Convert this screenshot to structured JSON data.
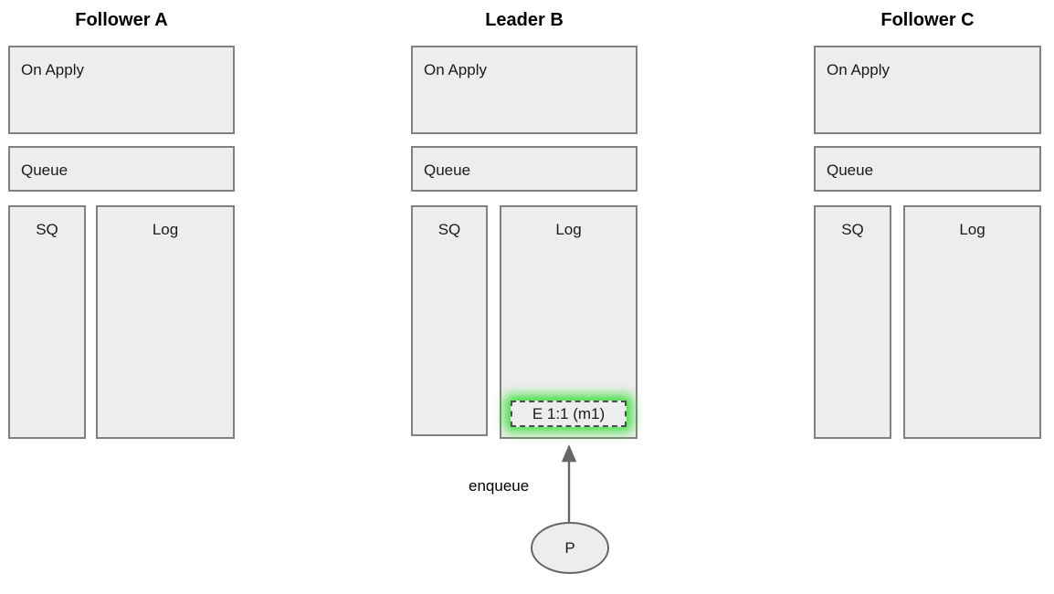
{
  "diagram": {
    "title_row": [
      {
        "label": "Follower A"
      },
      {
        "label": "Leader B"
      },
      {
        "label": "Follower C"
      }
    ],
    "box_labels": {
      "on_apply": "On Apply",
      "queue": "Queue",
      "sq": "SQ",
      "log": "Log"
    },
    "columns": [
      {
        "name": "follower-a",
        "title": "Follower A",
        "on_apply": "On Apply",
        "queue": "Queue",
        "sq": "SQ",
        "log": "Log",
        "log_entries": []
      },
      {
        "name": "leader-b",
        "title": "Leader B",
        "on_apply": "On Apply",
        "queue": "Queue",
        "sq": "SQ",
        "log": "Log",
        "log_entries": [
          {
            "label": "E 1:1 (m1)",
            "highlighted": true
          }
        ]
      },
      {
        "name": "follower-c",
        "title": "Follower C",
        "on_apply": "On Apply",
        "queue": "Queue",
        "sq": "SQ",
        "log": "Log",
        "log_entries": []
      }
    ],
    "client": {
      "label": "P"
    },
    "edges": [
      {
        "label": "enqueue",
        "from": "client-p",
        "to": "leader-b-log-entry"
      }
    ],
    "colors": {
      "box_fill": "#ededed",
      "box_border": "#808080",
      "entry_border": "#4d4d4d",
      "highlight_glow": "#33e033",
      "arrow": "#666666",
      "text": "#1a1a1a",
      "title_text": "#000000"
    }
  }
}
